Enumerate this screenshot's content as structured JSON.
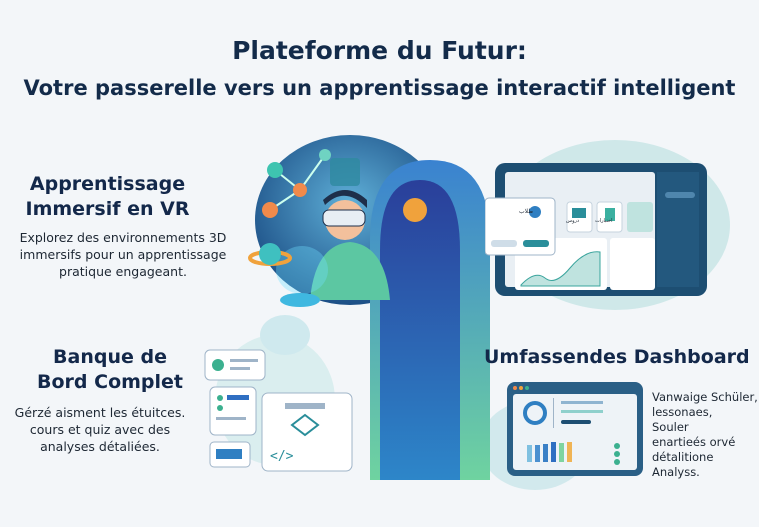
{
  "header": {
    "title": "Plateforme du Futur:",
    "subtitle": "Votre passerelle vers un apprentissage interactif intelligent"
  },
  "sections": {
    "vr": {
      "heading_line1": "Apprentissage",
      "heading_line2": "Immersif en VR",
      "description": [
        "Explorez des environnements 3D",
        "immersifs pour un apprentissage",
        "pratique engageant."
      ]
    },
    "bank": {
      "heading_line1": "Banque de",
      "heading_line2": "Bord Complet",
      "description": [
        "Gérzé aisment les étuitces.",
        "cours et quiz avec des",
        "analyses détaliées."
      ]
    },
    "dashboard": {
      "heading": "Umfassendes Dashboard",
      "description": [
        "Vanwaige Schüler,",
        "lessonaes,",
        "Souler",
        "enartieés orvé",
        "détalitione",
        "Analyss."
      ]
    }
  },
  "tablet": {
    "cards": [
      "طلاب",
      "دروس",
      "اختبارات"
    ]
  },
  "colors": {
    "navy": "#1f4f78",
    "teal": "#6cc3c4",
    "accent": "#2a8e9a",
    "orange": "#f08a4b",
    "portal_blue": "#2f6fc2",
    "portal_green": "#7fd4a0"
  },
  "icons": [
    "molecule-icon",
    "vr-headset-icon",
    "planet-icon",
    "hologram-icon",
    "user-icon",
    "document-icon",
    "code-icon",
    "flowchart-icon",
    "donut-chart-icon",
    "bar-chart-icon"
  ]
}
